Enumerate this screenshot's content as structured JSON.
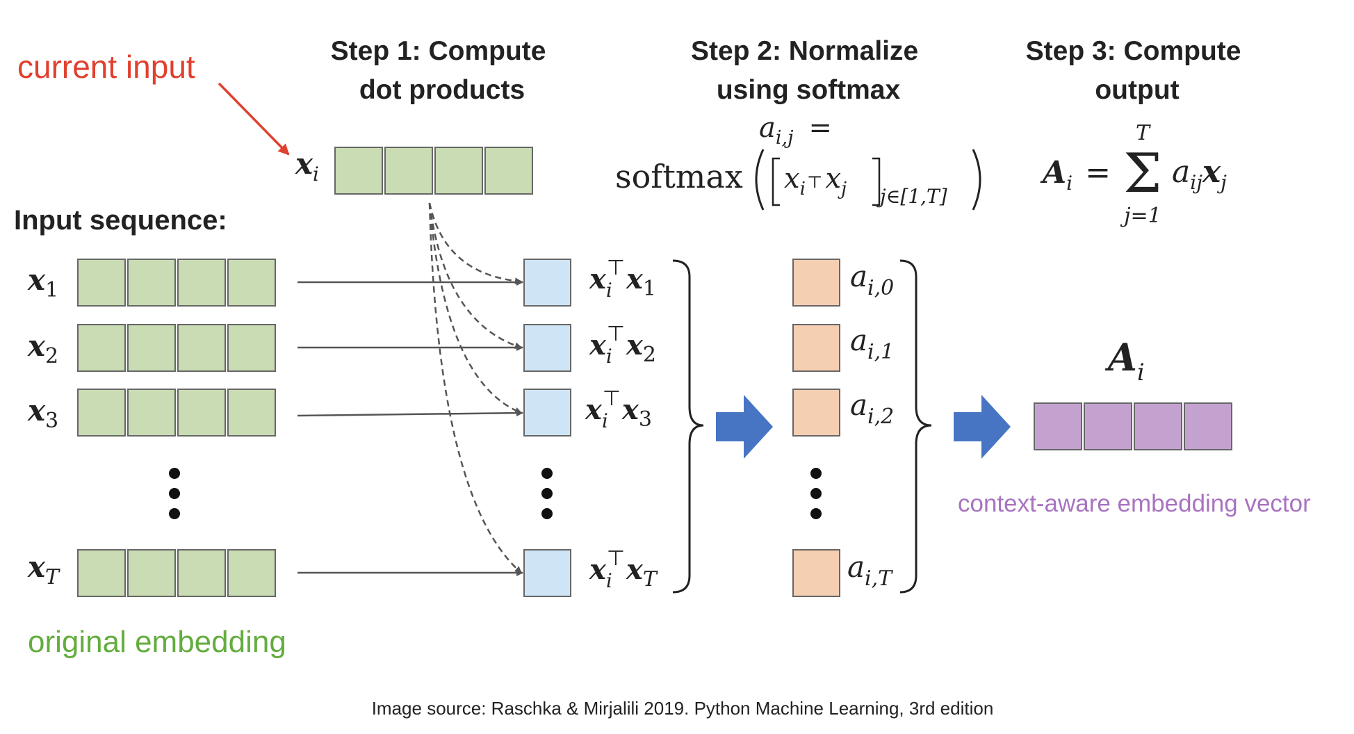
{
  "annotations": {
    "current_input": "current input",
    "original_embedding": "original embedding",
    "context_aware": "context-aware embedding vector",
    "source": "Image source: Raschka & Mirjalili 2019. Python Machine Learning, 3rd edition"
  },
  "steps": {
    "step1": [
      "Step 1: Compute",
      "dot products"
    ],
    "step2": [
      "Step 2: Normalize",
      "using softmax"
    ],
    "step3": [
      "Step 3: Compute",
      "output"
    ]
  },
  "input_sequence_label": "Input sequence:",
  "xi_label": {
    "base": "x",
    "sub": "i"
  },
  "inputs": [
    {
      "base": "x",
      "sub": "1"
    },
    {
      "base": "x",
      "sub": "2"
    },
    {
      "base": "x",
      "sub": "3"
    },
    {
      "base": "x",
      "sub": "T"
    }
  ],
  "dot_products": [
    {
      "a": "x",
      "a_sub": "i",
      "sup": "⊤",
      "b": "x",
      "b_sub": "1"
    },
    {
      "a": "x",
      "a_sub": "i",
      "sup": "⊤",
      "b": "x",
      "b_sub": "2"
    },
    {
      "a": "x",
      "a_sub": "i",
      "sup": "⊤",
      "b": "x",
      "b_sub": "3"
    },
    {
      "a": "x",
      "a_sub": "i",
      "sup": "⊤",
      "b": "x",
      "b_sub": "T"
    }
  ],
  "weights": [
    {
      "base": "a",
      "sub": "i,0"
    },
    {
      "base": "a",
      "sub": "i,1"
    },
    {
      "base": "a",
      "sub": "i,2"
    },
    {
      "base": "a",
      "sub": "i,T"
    }
  ],
  "softmax_formula": {
    "lhs": "a",
    "lhs_sub": "i,j",
    "eq": "=",
    "fn": "softmax",
    "inner_a": "x",
    "inner_a_sub": "i",
    "inner_sup": "⊤",
    "inner_b": "x",
    "inner_b_sub": "j",
    "range_sub": "j∈[1,T]"
  },
  "output_formula": {
    "lhs": "A",
    "lhs_sub": "i",
    "eq": "=",
    "sum": "Σ",
    "upper": "T",
    "lower": "j=1",
    "term_a": "a",
    "term_a_sub": "ij",
    "term_x": "x",
    "term_x_sub": "j"
  },
  "output_label": {
    "base": "A",
    "sub": "i"
  },
  "colors": {
    "input_cell": "#c9dcb3",
    "dot_cell": "#cfe5f6",
    "weight_cell": "#f5cfb2",
    "output_cell": "#c3a2cf",
    "cell_stroke": "#666666",
    "annotation_red": "#e0402e",
    "annotation_green": "#63ad3e",
    "annotation_purple": "#a873c0",
    "arrow_blue": "#4775c4"
  }
}
